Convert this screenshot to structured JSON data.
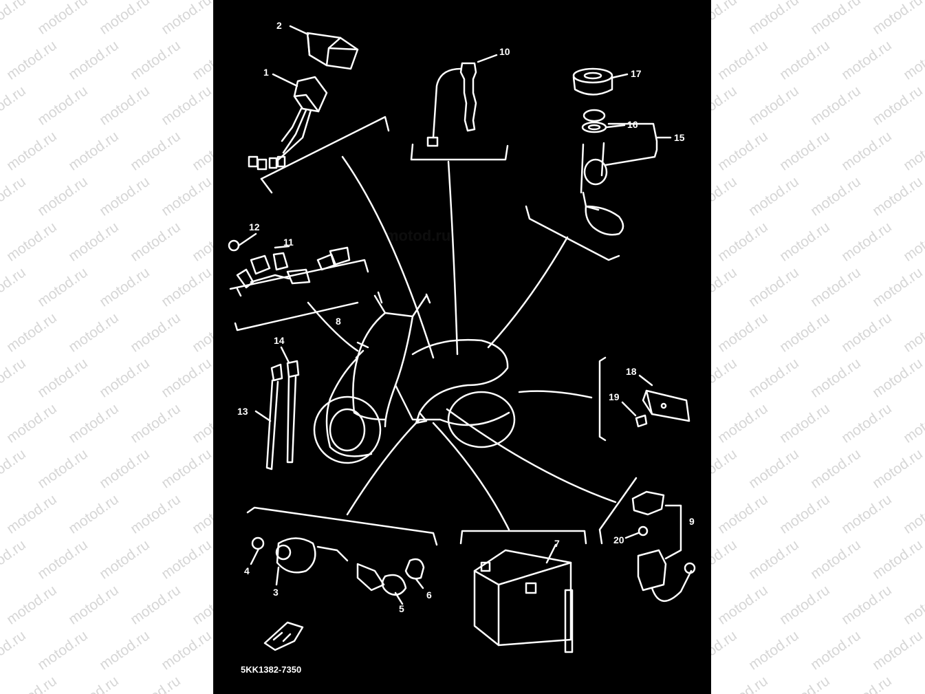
{
  "watermark": "motod.ru",
  "diagram_code": "5KK1382-7350",
  "colors": {
    "background": "#000000",
    "line": "#ffffff",
    "page": "#ffffff",
    "watermark": "#d6d6d6"
  },
  "callouts": [
    {
      "id": "1",
      "label": "1"
    },
    {
      "id": "2",
      "label": "2"
    },
    {
      "id": "3",
      "label": "3"
    },
    {
      "id": "4",
      "label": "4"
    },
    {
      "id": "5",
      "label": "5"
    },
    {
      "id": "6",
      "label": "6"
    },
    {
      "id": "7",
      "label": "7"
    },
    {
      "id": "8",
      "label": "8"
    },
    {
      "id": "9",
      "label": "9"
    },
    {
      "id": "10",
      "label": "10"
    },
    {
      "id": "11",
      "label": "11"
    },
    {
      "id": "12",
      "label": "12"
    },
    {
      "id": "13",
      "label": "13"
    },
    {
      "id": "14",
      "label": "14"
    },
    {
      "id": "15",
      "label": "15"
    },
    {
      "id": "16",
      "label": "16"
    },
    {
      "id": "17",
      "label": "17"
    },
    {
      "id": "18",
      "label": "18"
    },
    {
      "id": "19",
      "label": "19"
    },
    {
      "id": "20",
      "label": "20"
    }
  ]
}
